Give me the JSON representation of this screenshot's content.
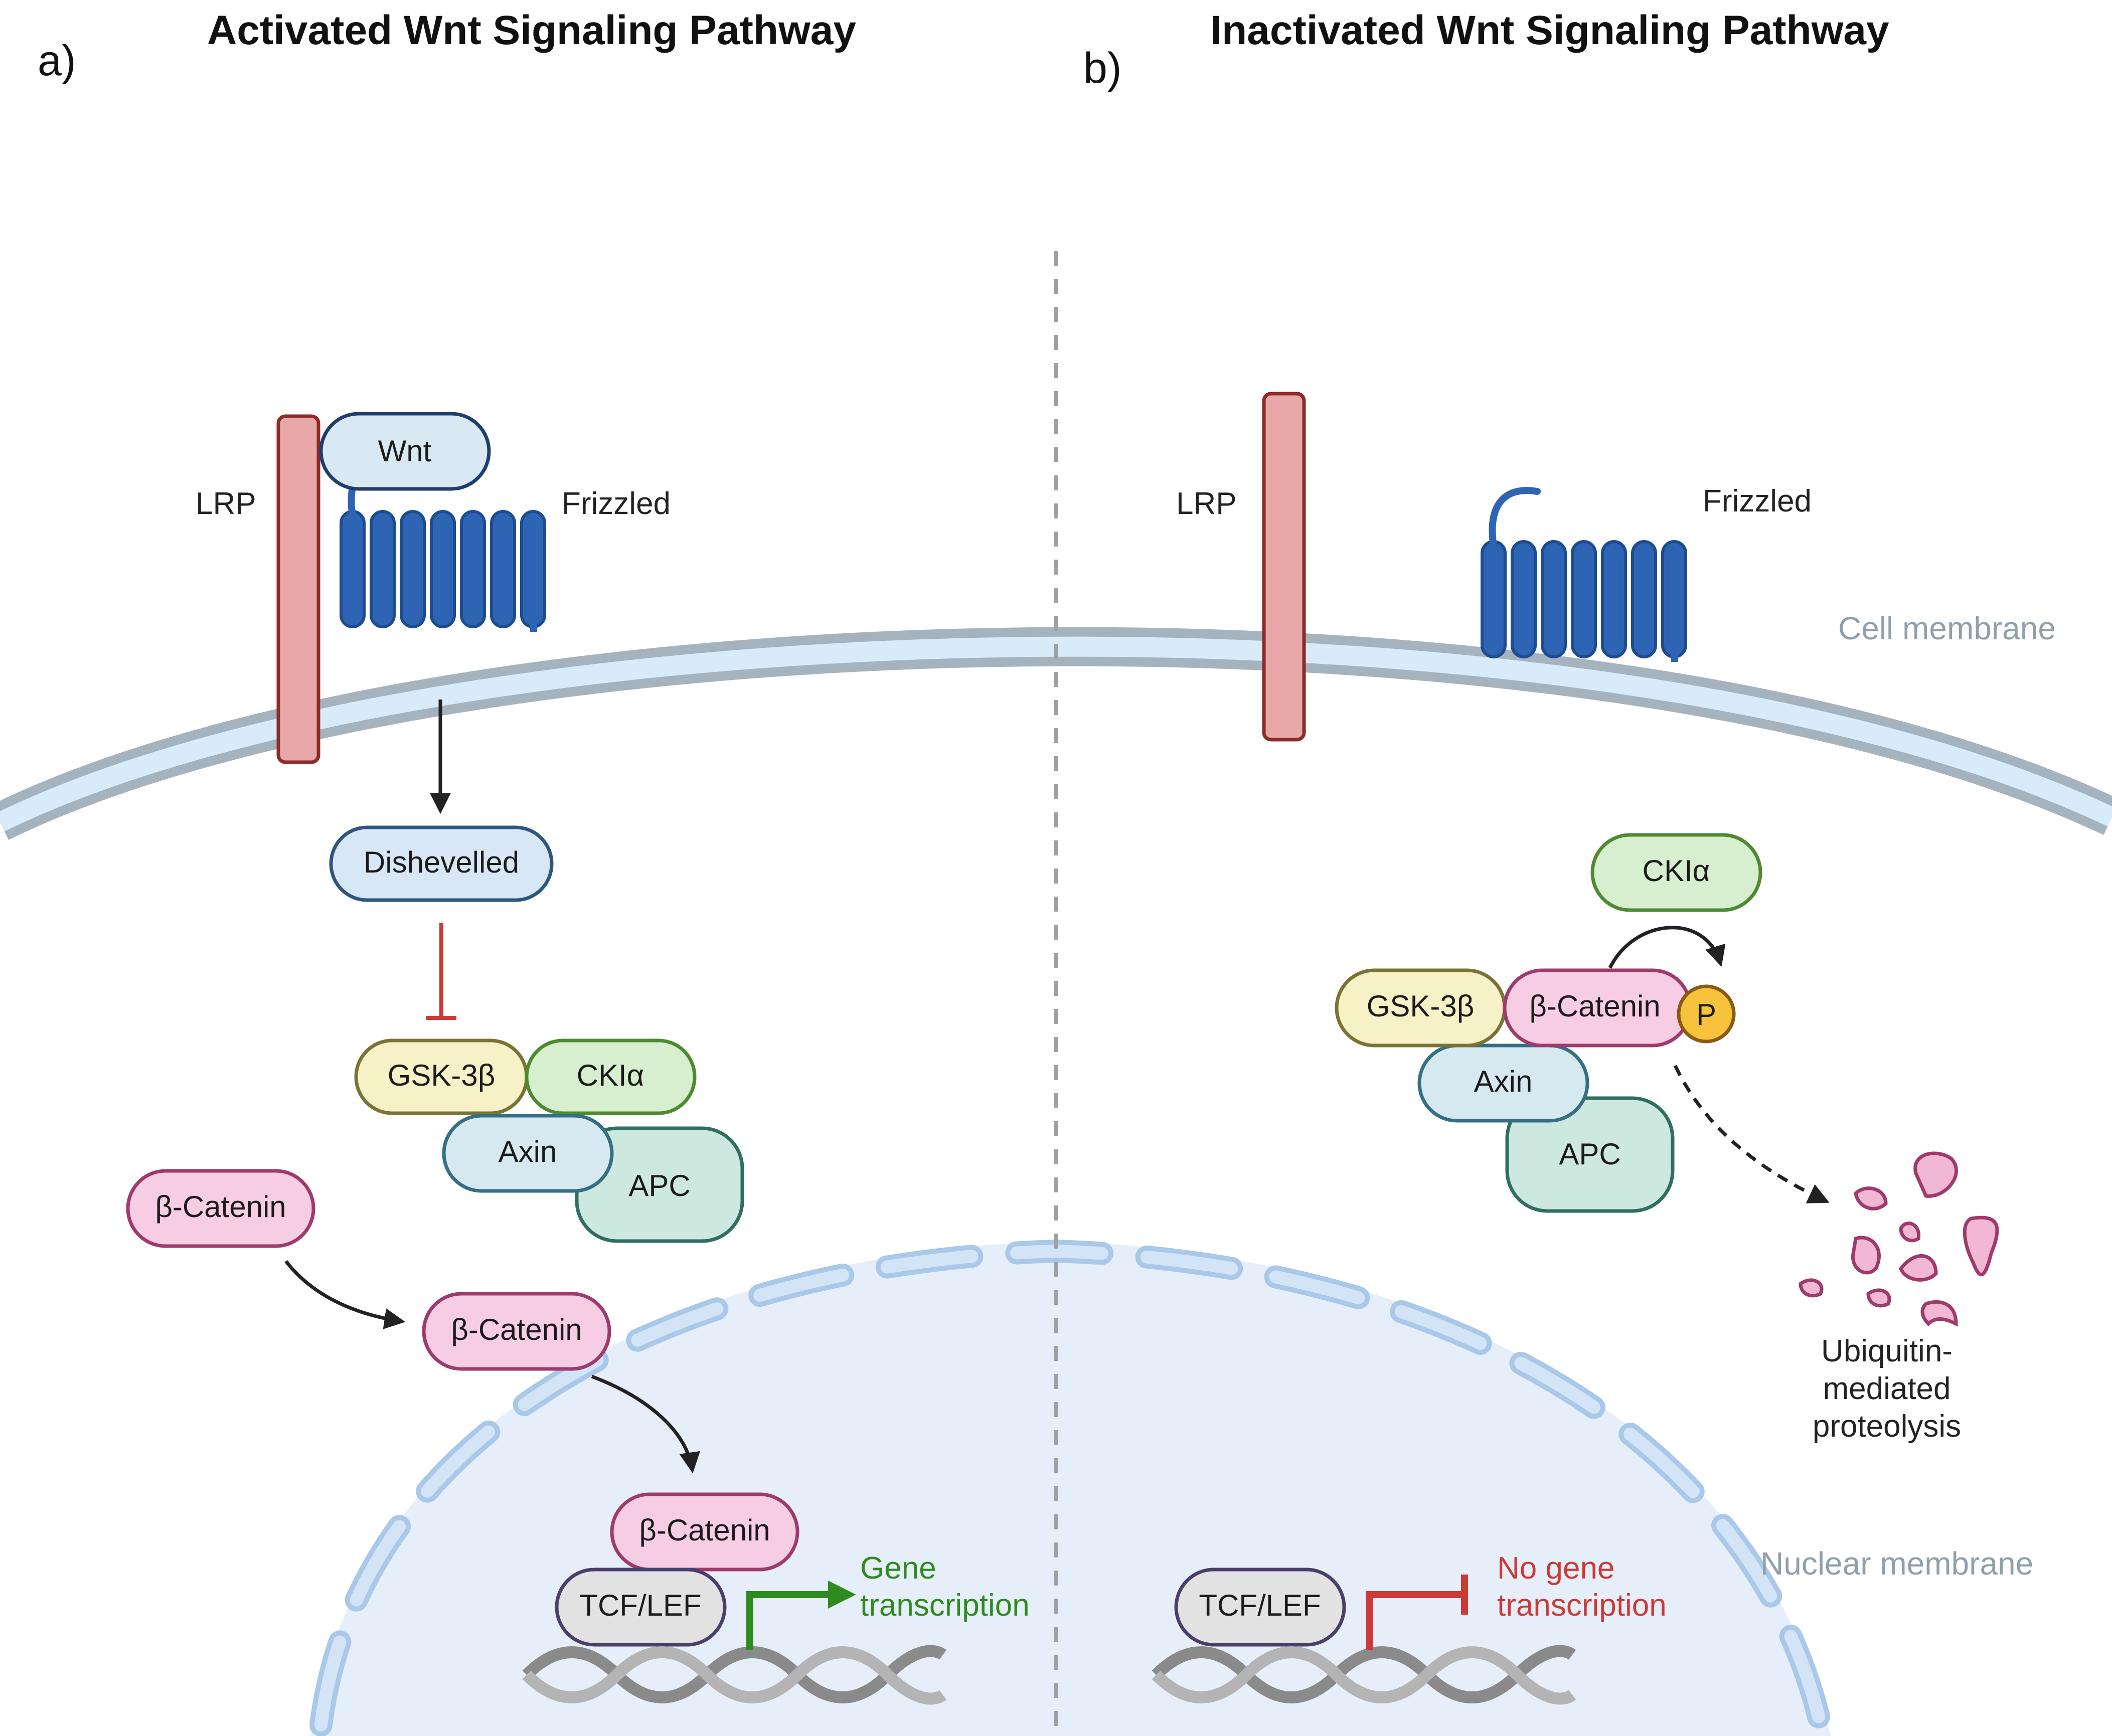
{
  "panels": {
    "a": {
      "letter": "a)",
      "title": "Activated Wnt Signaling Pathway",
      "receptors": {
        "lrp": "LRP",
        "frizzled": "Frizzled",
        "wnt": "Wnt"
      },
      "dishevelled": "Dishevelled",
      "complex": {
        "gsk": "GSK-3β",
        "ck": "CKIα",
        "axin": "Axin",
        "apc": "APC"
      },
      "catenin_cyto": "β-Catenin",
      "catenin_entry": "β-Catenin",
      "catenin_nuclear": "β-Catenin",
      "tcf": "TCF/LEF",
      "outcome": {
        "line1": "Gene",
        "line2": "transcription"
      }
    },
    "b": {
      "letter": "b)",
      "title": "Inactivated Wnt Signaling Pathway",
      "receptors": {
        "lrp": "LRP",
        "frizzled": "Frizzled"
      },
      "ck": "CKIα",
      "complex": {
        "gsk": "GSK-3β",
        "catenin": "β-Catenin",
        "phospho": "P",
        "axin": "Axin",
        "apc": "APC"
      },
      "degradation": {
        "line1": "Ubiquitin-",
        "line2": "mediated",
        "line3": "proteolysis"
      },
      "tcf": "TCF/LEF",
      "outcome": {
        "line1": "No gene",
        "line2": "transcription"
      }
    }
  },
  "membranes": {
    "cell": "Cell membrane",
    "nuclear": "Nuclear membrane"
  },
  "colors": {
    "lrp": "#e8a8a8",
    "frizzled": "#2e64b4",
    "wnt": "#d8e9f3",
    "dishevelled": "#d8e7f6",
    "gsk": "#f6f1c7",
    "ck": "#d7eecf",
    "axin": "#d6e9f1",
    "apc": "#cde8df",
    "catenin": "#f6cde3",
    "phospho": "#f7c23c",
    "tcf": "#e2e2e2",
    "activate": "#2f8a1f",
    "inhibit": "#cc3a35",
    "nucleus": "#e6eefa"
  }
}
